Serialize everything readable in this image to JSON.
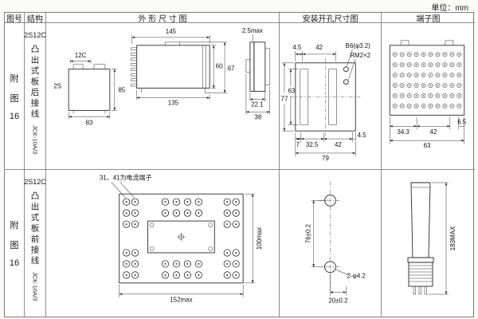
{
  "meta": {
    "unit": "单位：mm"
  },
  "header": {
    "fig_no": "图号",
    "structure": "结构",
    "outline": "外 形 尺 寸 图",
    "mounting": "安装开孔尺寸图",
    "terminal": "端子图"
  },
  "row1": {
    "fig": {
      "c1": "附",
      "c2": "图",
      "c3": "16"
    },
    "structure": {
      "model": "2S12C",
      "desc": "凸出式板后接线",
      "series": "JCK-10A/3"
    },
    "outline": {
      "front_top": "12C",
      "front_left": "2S",
      "front_width": "83",
      "front_height": "85",
      "side_top_width": "145",
      "side_bottom_width": "135",
      "side_height_inner": "60",
      "side_height_outer": "67",
      "end_flange": "2.5max",
      "end_depth1": "22.1",
      "end_depth2": "38"
    },
    "mounting": {
      "top_offset": "4.5",
      "top_pitch": "42",
      "hole_spec": "B6(φ3.2)",
      "thread_spec": "RM2×2",
      "height_total": "77",
      "height_inner": "63",
      "bottom_1": "7",
      "bottom_2": "32.5",
      "bottom_3": "42",
      "bottom_4": "4.5",
      "bottom_total": "79"
    },
    "terminal": {
      "dim_1": "34.3",
      "dim_2": "42",
      "dim_3": "6.5",
      "dim_total": "63"
    }
  },
  "row2": {
    "fig": {
      "c1": "附",
      "c2": "图",
      "c3": "16"
    },
    "structure": {
      "model": "2S12C",
      "desc": "凸出式板前接线",
      "series": "JCK-10A/3"
    },
    "outline": {
      "note": "31、41为电流端子",
      "height": "100max",
      "width": "152max"
    },
    "mounting": {
      "pitch": "76±0.2",
      "hole_spec": "2-φ4.2",
      "offset": "20±0.2"
    },
    "terminal": {
      "height": "183MAX"
    }
  }
}
